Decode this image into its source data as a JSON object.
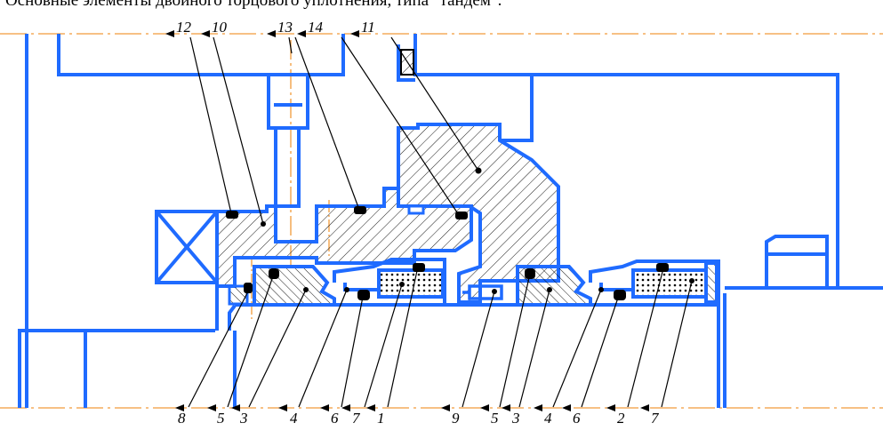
{
  "caption": "Основные элементы двойного торцового уплотнения, типа \"тандем\".",
  "colors": {
    "outline": "#1f6bff",
    "centerline": "#f29a3a",
    "hatch": "#000000",
    "leader": "#000000"
  },
  "top_labels": [
    "12",
    "10",
    "13",
    "14",
    "11"
  ],
  "bottom_labels": [
    "8",
    "5",
    "3",
    "4",
    "6",
    "7",
    "1",
    "9",
    "5",
    "3",
    "4",
    "6",
    "2",
    "7"
  ]
}
